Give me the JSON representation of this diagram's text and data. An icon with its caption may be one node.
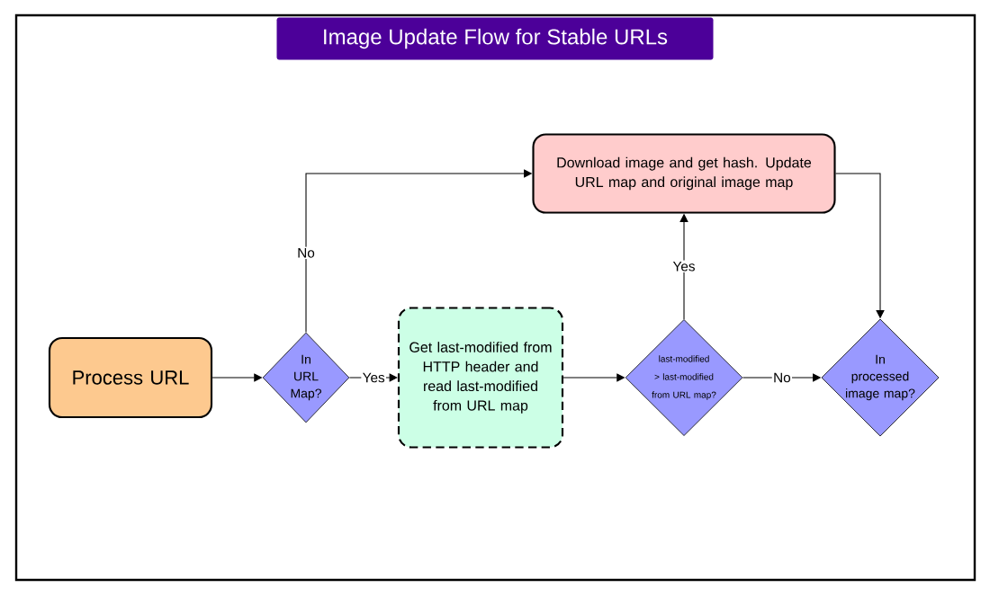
{
  "diagram": {
    "title": "Image Update Flow for Stable URLs",
    "nodes": [
      {
        "text": [
          "Process URL"
        ]
      },
      {
        "text": [
          "In URL Map?"
        ]
      },
      {
        "text": [
          "Get last-modified from HTTP header and read last-modified from URL map"
        ]
      },
      {
        "text": [
          "last-modified > last-modified from URL map?"
        ]
      },
      {
        "text": [
          "In processed image map?"
        ]
      },
      {
        "text": [
          "Download image and get hash. Update URL map and original image map"
        ]
      }
    ],
    "edges": [
      {
        "from": 0,
        "to": 1,
        "arrow": "to"
      },
      {
        "from": 1,
        "to": 2,
        "arrow": "to",
        "label": "Yes"
      },
      {
        "from": 1,
        "to": 5,
        "arrow": "to",
        "label": "No"
      },
      {
        "from": 2,
        "to": 3,
        "arrow": "to"
      },
      {
        "from": 3,
        "to": 5,
        "arrow": "to",
        "label": "Yes"
      },
      {
        "from": 3,
        "to": 4,
        "arrow": "to",
        "label": "No"
      },
      {
        "from": 5,
        "to": 4,
        "arrow": "to"
      }
    ]
  }
}
